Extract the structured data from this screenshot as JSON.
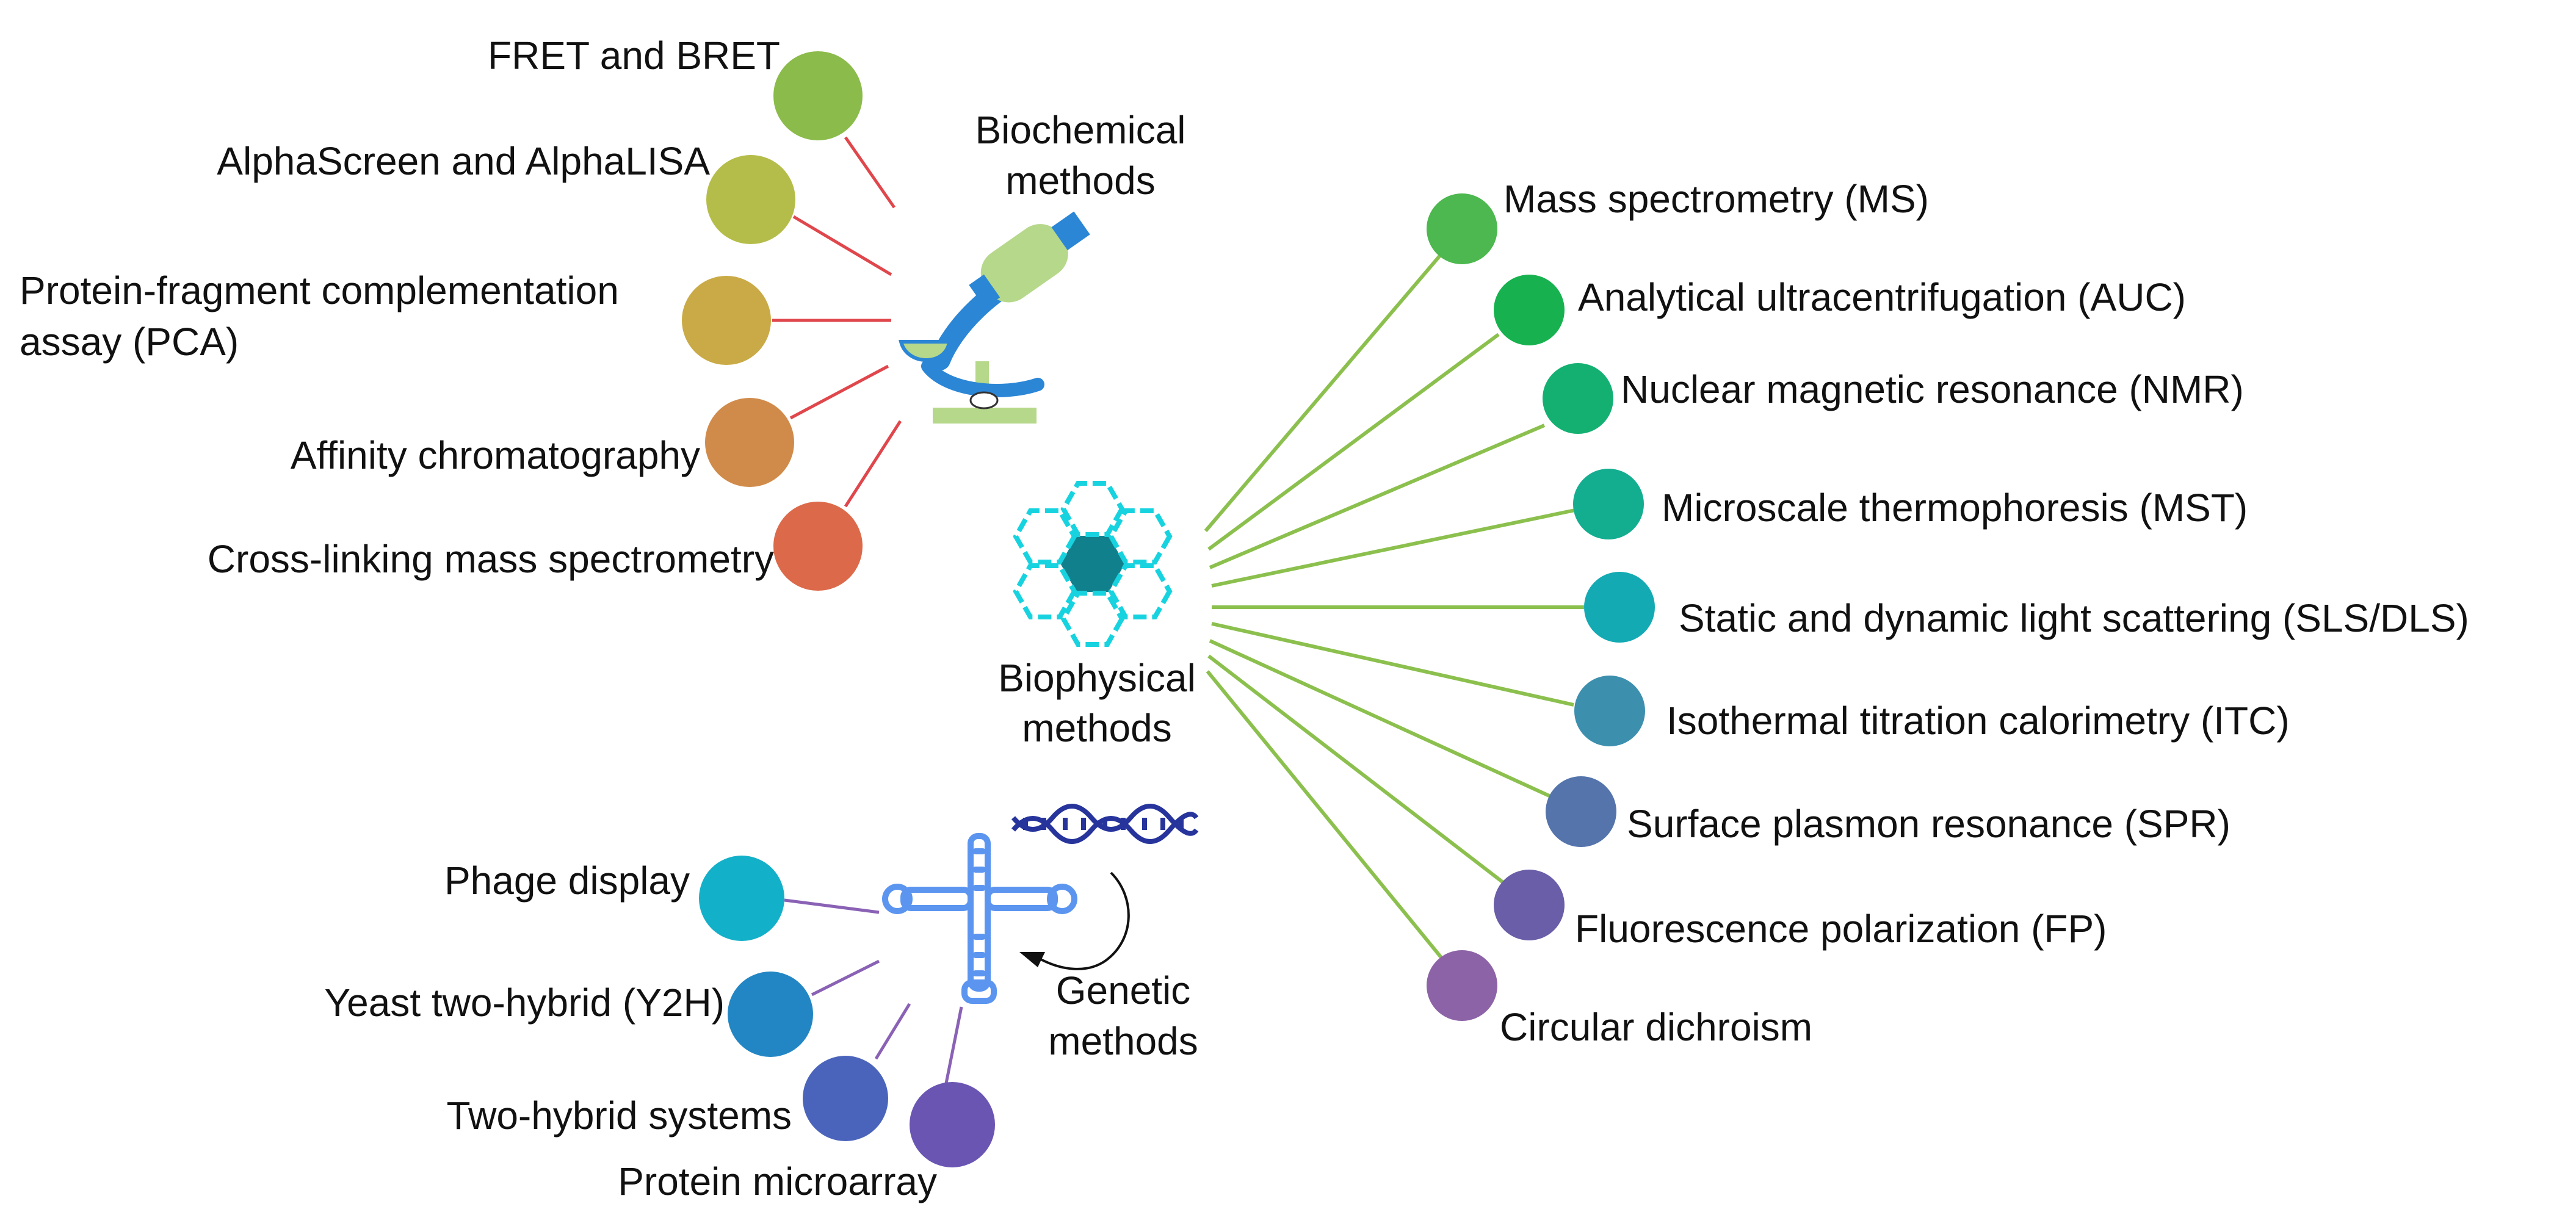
{
  "categories": {
    "biochemical": {
      "label_line1": "Biochemical",
      "label_line2": "methods",
      "line_color": "#e0474c",
      "icon": "microscope-icon",
      "methods": [
        {
          "id": "fret",
          "lines": [
            "FRET and BRET"
          ],
          "color": "#8bbb4a"
        },
        {
          "id": "alphascreen",
          "lines": [
            "AlphaScreen and AlphaLISA"
          ],
          "color": "#b5bd4a"
        },
        {
          "id": "pca",
          "lines": [
            "Protein-fragment complementation",
            "assay (PCA)"
          ],
          "color": "#c9aa46"
        },
        {
          "id": "affinity",
          "lines": [
            "Affinity chromatography"
          ],
          "color": "#d08b4a"
        },
        {
          "id": "xlms",
          "lines": [
            "Cross-linking mass spectrometry"
          ],
          "color": "#dc6a4a"
        }
      ]
    },
    "biophysical": {
      "label_line1": "Biophysical",
      "label_line2": "methods",
      "line_color": "#8cc04e",
      "icon": "hexagon-cluster-icon",
      "icon_colors": {
        "outline": "#16d3df",
        "center": "#11808d"
      },
      "methods": [
        {
          "id": "ms",
          "lines": [
            "Mass spectrometry (MS)"
          ],
          "color": "#4cb84f"
        },
        {
          "id": "auc",
          "lines": [
            "Analytical ultracentrifugation (AUC)"
          ],
          "color": "#17b24f"
        },
        {
          "id": "nmr",
          "lines": [
            "Nuclear magnetic resonance (NMR)"
          ],
          "color": "#13b072"
        },
        {
          "id": "mst",
          "lines": [
            "Microscale thermophoresis (MST)"
          ],
          "color": "#13ad90"
        },
        {
          "id": "sls-dls",
          "lines": [
            "Static and dynamic light scattering (SLS/DLS)"
          ],
          "color": "#13aab3"
        },
        {
          "id": "itc",
          "lines": [
            "Isothermal titration calorimetry (ITC)"
          ],
          "color": "#3d8fae"
        },
        {
          "id": "spr",
          "lines": [
            "Surface plasmon resonance (SPR)"
          ],
          "color": "#5474ab"
        },
        {
          "id": "fp",
          "lines": [
            "Fluorescence polarization (FP)"
          ],
          "color": "#6a5ea8"
        },
        {
          "id": "cd",
          "lines": [
            "Circular dichroism"
          ],
          "color": "#8d63a7"
        }
      ]
    },
    "genetic": {
      "label_line1": "Genetic",
      "label_line2": "methods",
      "line_color": "#8a62b5",
      "icon": "trna-dna-icon",
      "methods": [
        {
          "id": "phage",
          "lines": [
            "Phage display"
          ],
          "color": "#13b0c9"
        },
        {
          "id": "y2h",
          "lines": [
            "Yeast two-hybrid (Y2H)"
          ],
          "color": "#2386c4"
        },
        {
          "id": "two-hybrid",
          "lines": [
            "Two-hybrid systems"
          ],
          "color": "#4a64bb"
        },
        {
          "id": "microarray",
          "lines": [
            "Protein microarray"
          ],
          "color": "#6a55b3"
        }
      ]
    }
  }
}
